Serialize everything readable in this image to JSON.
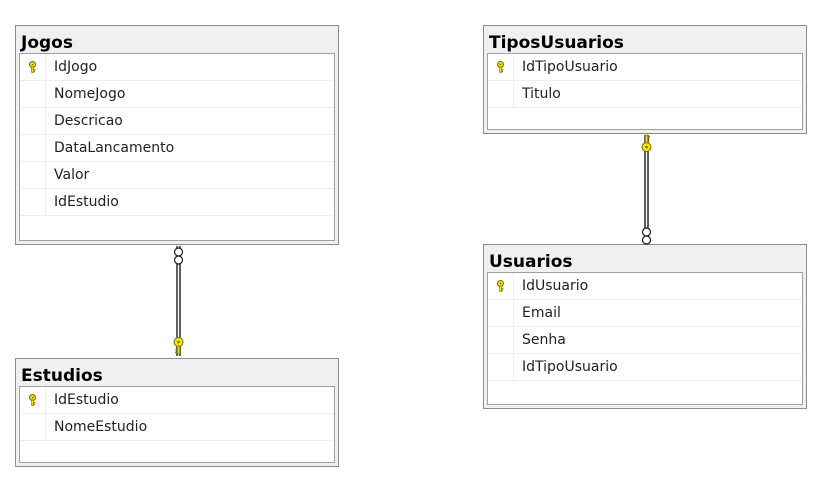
{
  "tables": {
    "jogos": {
      "title": "Jogos",
      "columns": [
        {
          "name": "IdJogo",
          "primary_key": true
        },
        {
          "name": "NomeJogo",
          "primary_key": false
        },
        {
          "name": "Descricao",
          "primary_key": false
        },
        {
          "name": "DataLancamento",
          "primary_key": false
        },
        {
          "name": "Valor",
          "primary_key": false
        },
        {
          "name": "IdEstudio",
          "primary_key": false
        }
      ]
    },
    "estudios": {
      "title": "Estudios",
      "columns": [
        {
          "name": "IdEstudio",
          "primary_key": true
        },
        {
          "name": "NomeEstudio",
          "primary_key": false
        }
      ]
    },
    "tipos_usuarios": {
      "title": "TiposUsuarios",
      "columns": [
        {
          "name": "IdTipoUsuario",
          "primary_key": true
        },
        {
          "name": "Titulo",
          "primary_key": false
        }
      ]
    },
    "usuarios": {
      "title": "Usuarios",
      "columns": [
        {
          "name": "IdUsuario",
          "primary_key": true
        },
        {
          "name": "Email",
          "primary_key": false
        },
        {
          "name": "Senha",
          "primary_key": false
        },
        {
          "name": "IdTipoUsuario",
          "primary_key": false
        }
      ]
    }
  },
  "relationships": [
    {
      "from_table": "jogos",
      "to_table": "estudios",
      "many_end": "Jogos",
      "one_end": "Estudios"
    },
    {
      "from_table": "usuarios",
      "to_table": "tipos_usuarios",
      "many_end": "Usuarios",
      "one_end": "TiposUsuarios"
    }
  ],
  "colors": {
    "key_fill": "#f2e600",
    "key_stroke": "#7a6a00",
    "line": "#1a1a1a"
  }
}
